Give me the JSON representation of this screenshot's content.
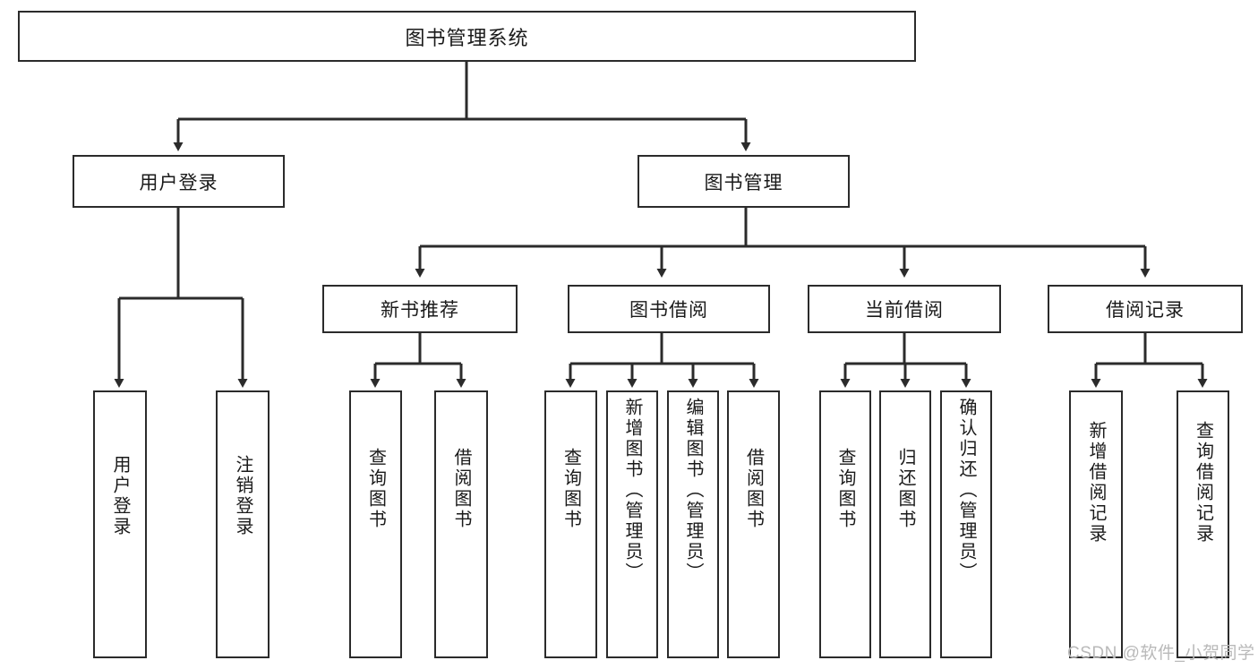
{
  "diagram": {
    "type": "tree-hierarchy",
    "title": "图书管理系统",
    "watermark": "CSDN @软件_小贺同学",
    "colors": {
      "stroke": "#2b2b2b",
      "fill": "#ffffff",
      "text": "#1a1a1a",
      "watermark": "#b9b9b9"
    },
    "levels": {
      "root": {
        "label": "图书管理系统"
      },
      "level1": [
        {
          "id": "user-login",
          "label": "用户登录"
        },
        {
          "id": "book-manage",
          "label": "图书管理"
        }
      ],
      "level2": [
        {
          "id": "new-book-recommend",
          "label": "新书推荐",
          "parent": "book-manage"
        },
        {
          "id": "book-borrow",
          "label": "图书借阅",
          "parent": "book-manage"
        },
        {
          "id": "current-borrow",
          "label": "当前借阅",
          "parent": "book-manage"
        },
        {
          "id": "borrow-record",
          "label": "借阅记录",
          "parent": "book-manage"
        }
      ],
      "leaves": [
        {
          "id": "leaf-user-login",
          "label": "用户登录",
          "parent": "user-login"
        },
        {
          "id": "leaf-logout-login",
          "label": "注销登录",
          "parent": "user-login"
        },
        {
          "id": "leaf-query-book-1",
          "label": "查询图书",
          "parent": "new-book-recommend"
        },
        {
          "id": "leaf-borrow-book-1",
          "label": "借阅图书",
          "parent": "new-book-recommend"
        },
        {
          "id": "leaf-query-book-2",
          "label": "查询图书",
          "parent": "book-borrow"
        },
        {
          "id": "leaf-add-book",
          "label": "新增图书（管理员）",
          "parent": "book-borrow"
        },
        {
          "id": "leaf-edit-book",
          "label": "编辑图书（管理员）",
          "parent": "book-borrow"
        },
        {
          "id": "leaf-borrow-book-2",
          "label": "借阅图书",
          "parent": "book-borrow"
        },
        {
          "id": "leaf-query-book-3",
          "label": "查询图书",
          "parent": "current-borrow"
        },
        {
          "id": "leaf-return-book",
          "label": "归还图书",
          "parent": "current-borrow"
        },
        {
          "id": "leaf-confirm-return",
          "label": "确认归还（管理员）",
          "parent": "current-borrow"
        },
        {
          "id": "leaf-add-record",
          "label": "新增借阅记录",
          "parent": "borrow-record"
        },
        {
          "id": "leaf-query-record",
          "label": "查询借阅记录",
          "parent": "borrow-record"
        }
      ]
    }
  }
}
